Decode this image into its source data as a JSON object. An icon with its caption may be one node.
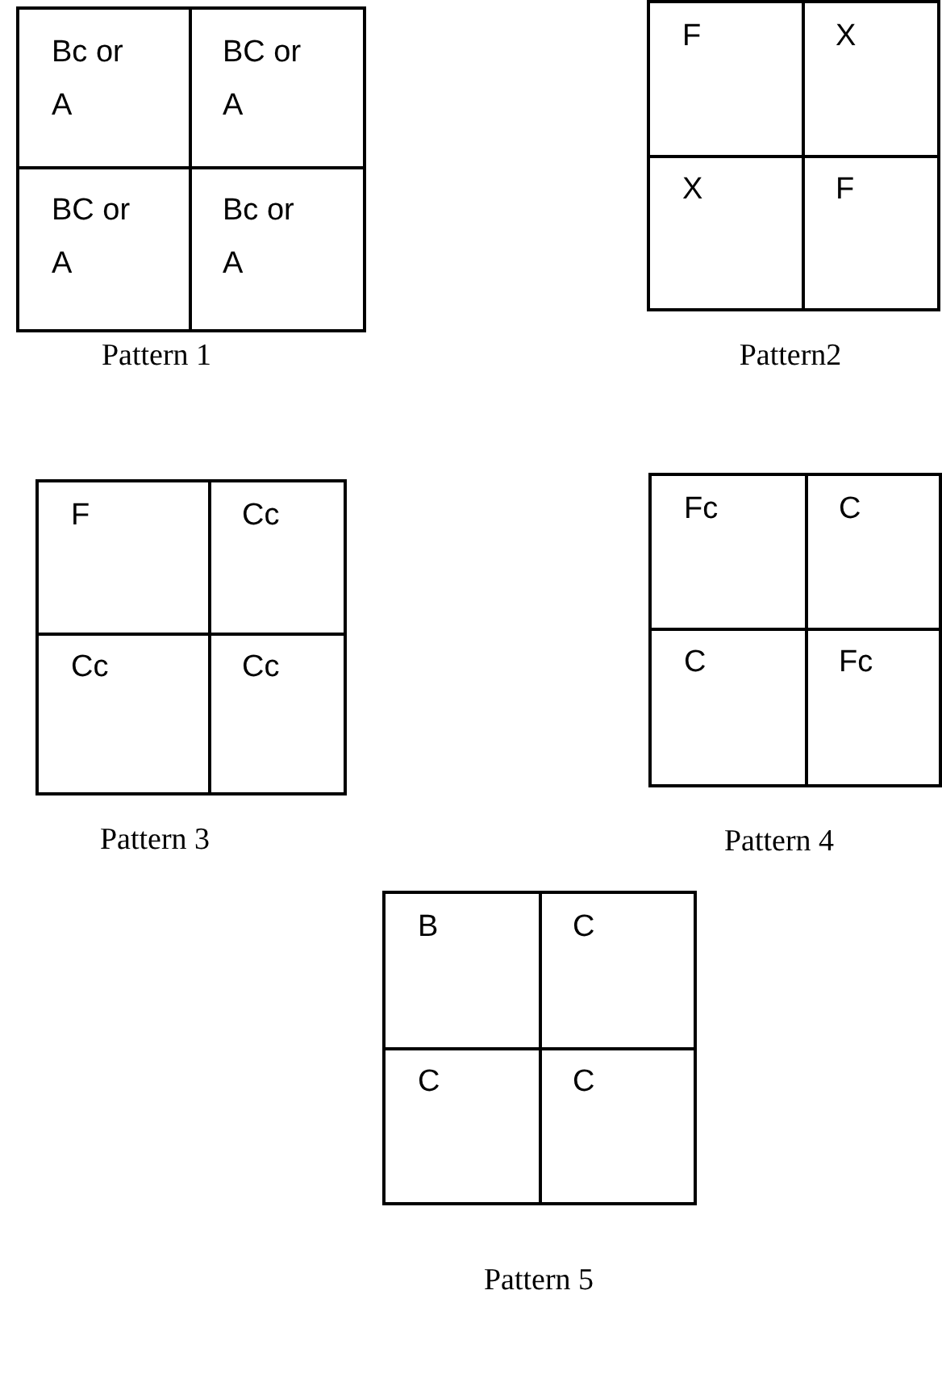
{
  "diagram": {
    "nodes": [
      {
        "text": [],
        "shape": "box",
        "beside": [
          "Pattern 1"
        ]
      },
      {
        "text": [
          "Bc or A"
        ],
        "in": 0
      },
      {
        "text": [
          "BC or A"
        ],
        "in": 0
      },
      {
        "text": [
          "BC or A"
        ],
        "in": 0
      },
      {
        "text": [
          "Bc or A"
        ],
        "in": 0
      },
      {
        "text": [],
        "shape": "box",
        "beside": [
          "Pattern2"
        ]
      },
      {
        "text": [
          "F"
        ],
        "in": 5
      },
      {
        "text": [
          "X"
        ],
        "in": 5
      },
      {
        "text": [
          "X"
        ],
        "in": 5
      },
      {
        "text": [
          "F"
        ],
        "in": 5
      },
      {
        "text": [],
        "shape": "box",
        "beside": [
          "Pattern 3"
        ]
      },
      {
        "text": [
          "F"
        ],
        "in": 10
      },
      {
        "text": [
          "Cc"
        ],
        "in": 10
      },
      {
        "text": [
          "Cc"
        ],
        "in": 10
      },
      {
        "text": [
          "Cc"
        ],
        "in": 10
      },
      {
        "text": [],
        "shape": "box",
        "beside": [
          "Pattern 4"
        ]
      },
      {
        "text": [
          "Fc"
        ],
        "in": 15
      },
      {
        "text": [
          "C"
        ],
        "in": 15
      },
      {
        "text": [
          "C"
        ],
        "in": 15
      },
      {
        "text": [
          "Fc"
        ],
        "in": 15
      },
      {
        "text": [],
        "shape": "box",
        "beside": [
          "Pattern 5"
        ]
      },
      {
        "text": [
          "B"
        ],
        "in": 20
      },
      {
        "text": [
          "C"
        ],
        "in": 20
      },
      {
        "text": [
          "C"
        ],
        "in": 20
      },
      {
        "text": [
          "C"
        ],
        "in": 20
      }
    ]
  }
}
